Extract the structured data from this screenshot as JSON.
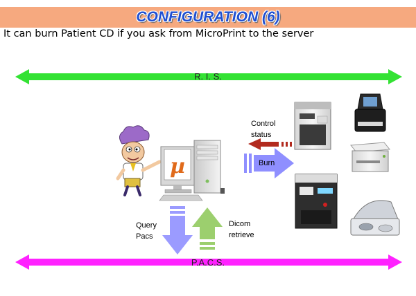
{
  "header": {
    "title": "CONFIGURATION (6)",
    "subtitle": "It can burn Patient CD if you ask from MicroPrint to the server"
  },
  "bars": {
    "ris": "R. I. S.",
    "pacs": "P.A.C.S."
  },
  "labels": {
    "control_line1": "Control",
    "control_line2": "status",
    "burn": "Burn",
    "query_line1": "Query",
    "query_line2": "Pacs",
    "dicom_line1": "Dicom",
    "dicom_line2": "retrieve"
  },
  "logo": {
    "symbol": "µ"
  },
  "colors": {
    "ris_arrow": "#33e233",
    "pacs_arrow": "#ff22ff",
    "title_bar": "#f6a97f",
    "title_text": "#1f4fd1",
    "control_arrow": "#b22a1e",
    "burn_arrow": "#8f8fff",
    "query_arrow": "#9b9bff",
    "dicom_arrow": "#9ccf6e"
  }
}
